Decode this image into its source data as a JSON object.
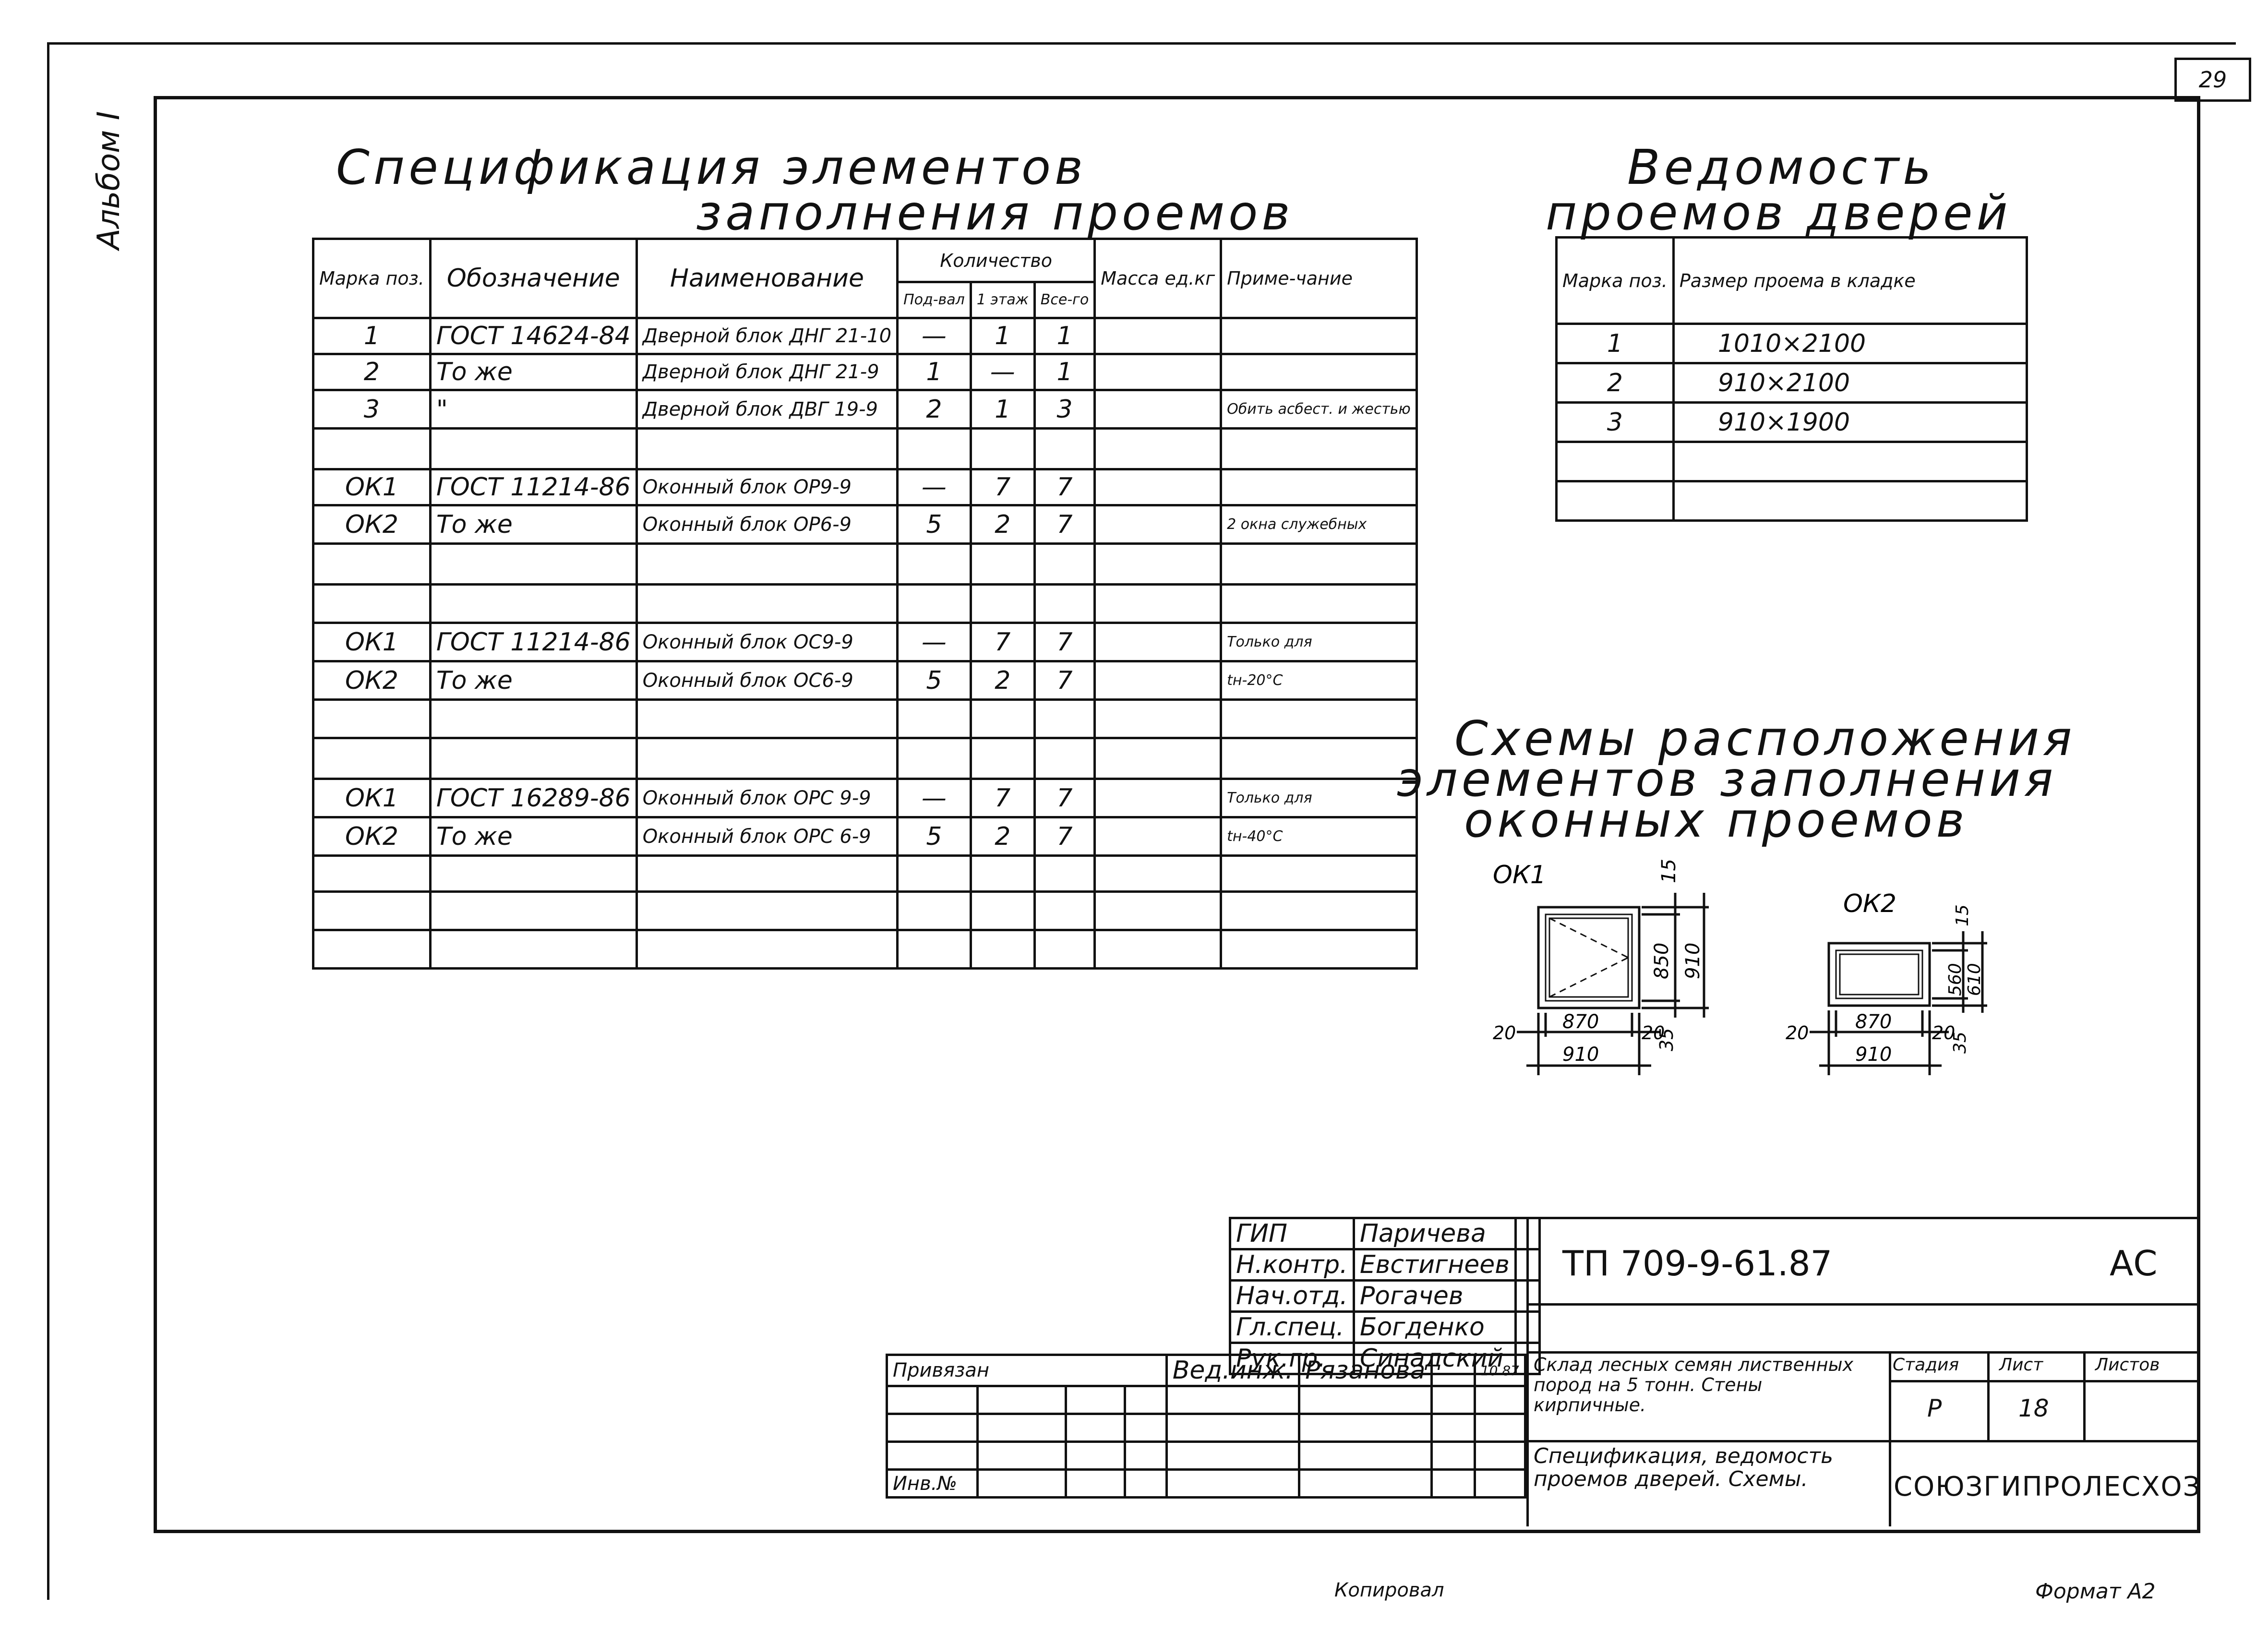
{
  "sheet_number": "29",
  "album_label": "Альбом I",
  "spec_title": {
    "line1": "Спецификация элементов",
    "line2": "заполнения проемов"
  },
  "spec_table": {
    "headers": {
      "mark": "Марка поз.",
      "designation": "Обозначение",
      "name": "Наименование",
      "qty": "Количество",
      "qty_basement": "Под-вал",
      "qty_floor1": "1 этаж",
      "qty_total": "Все-го",
      "mass": "Масса ед.кг",
      "note": "Приме-чание"
    },
    "rows": [
      {
        "mark": "1",
        "designation": "ГОСТ 14624-84",
        "name": "Дверной блок ДНГ 21-10",
        "b": "—",
        "f": "1",
        "t": "1",
        "note": ""
      },
      {
        "mark": "2",
        "designation": "То же",
        "name": "Дверной блок ДНГ 21-9",
        "b": "1",
        "f": "—",
        "t": "1",
        "note": ""
      },
      {
        "mark": "3",
        "designation": "\"",
        "name": "Дверной блок ДВГ 19-9",
        "b": "2",
        "f": "1",
        "t": "3",
        "note": "Обить асбест. и жестью"
      },
      {
        "mark": "",
        "designation": "",
        "name": "",
        "b": "",
        "f": "",
        "t": "",
        "note": ""
      },
      {
        "mark": "ОК1",
        "designation": "ГОСТ 11214-86",
        "name": "Оконный блок ОР9-9",
        "b": "—",
        "f": "7",
        "t": "7",
        "note": ""
      },
      {
        "mark": "ОК2",
        "designation": "То же",
        "name": "Оконный блок ОР6-9",
        "b": "5",
        "f": "2",
        "t": "7",
        "note": "2 окна служебных"
      },
      {
        "mark": "",
        "designation": "",
        "name": "",
        "b": "",
        "f": "",
        "t": "",
        "note": ""
      },
      {
        "mark": "",
        "designation": "",
        "name": "",
        "b": "",
        "f": "",
        "t": "",
        "note": ""
      },
      {
        "mark": "ОК1",
        "designation": "ГОСТ 11214-86",
        "name": "Оконный блок ОС9-9",
        "b": "—",
        "f": "7",
        "t": "7",
        "note": "Только для"
      },
      {
        "mark": "ОК2",
        "designation": "То же",
        "name": "Оконный блок ОС6-9",
        "b": "5",
        "f": "2",
        "t": "7",
        "note": "tн-20°С"
      },
      {
        "mark": "",
        "designation": "",
        "name": "",
        "b": "",
        "f": "",
        "t": "",
        "note": ""
      },
      {
        "mark": "",
        "designation": "",
        "name": "",
        "b": "",
        "f": "",
        "t": "",
        "note": ""
      },
      {
        "mark": "ОК1",
        "designation": "ГОСТ 16289-86",
        "name": "Оконный блок ОРС 9-9",
        "b": "—",
        "f": "7",
        "t": "7",
        "note": "Только для"
      },
      {
        "mark": "ОК2",
        "designation": "То же",
        "name": "Оконный блок ОРС 6-9",
        "b": "5",
        "f": "2",
        "t": "7",
        "note": "tн-40°С"
      },
      {
        "mark": "",
        "designation": "",
        "name": "",
        "b": "",
        "f": "",
        "t": "",
        "note": ""
      },
      {
        "mark": "",
        "designation": "",
        "name": "",
        "b": "",
        "f": "",
        "t": "",
        "note": ""
      },
      {
        "mark": "",
        "designation": "",
        "name": "",
        "b": "",
        "f": "",
        "t": "",
        "note": ""
      }
    ]
  },
  "door_title": {
    "line1": "Ведомость",
    "line2": "проемов дверей"
  },
  "door_table": {
    "headers": {
      "mark": "Марка поз.",
      "size": "Размер проема в кладке"
    },
    "rows": [
      {
        "mark": "1",
        "size": "1010×2100"
      },
      {
        "mark": "2",
        "size": "910×2100"
      },
      {
        "mark": "3",
        "size": "910×1900"
      },
      {
        "mark": "",
        "size": ""
      },
      {
        "mark": "",
        "size": ""
      }
    ]
  },
  "scheme_title": {
    "line1": "Схемы расположения",
    "line2": "элементов заполнения",
    "line3": "оконных проемов"
  },
  "ok1": {
    "label": "ОК1",
    "d15": "15",
    "d850": "850",
    "d910v": "910",
    "d20l": "20",
    "d870": "870",
    "d20r": "20",
    "d35": "35",
    "d910h": "910"
  },
  "ok2": {
    "label": "ОК2",
    "d15": "15",
    "d560": "560",
    "d610": "610",
    "d20l": "20",
    "d870": "870",
    "d20r": "20",
    "d35": "35",
    "d910h": "910"
  },
  "stamp": {
    "roles": [
      {
        "role": "ГИП",
        "person": "Паричева"
      },
      {
        "role": "Н.контр.",
        "person": "Евстигнеев"
      },
      {
        "role": "Нач.отд.",
        "person": "Рогачев"
      },
      {
        "role": "Гл.спец.",
        "person": "Богденко"
      },
      {
        "role": "Рук.гр.",
        "person": "Синадский"
      },
      {
        "role": "Вед.инж.",
        "person": "Рязанова"
      }
    ],
    "date_fragment": "10.87",
    "privyazan": "Привязан",
    "inv_no": "Инв.№",
    "doc_code": "ТП 709-9-61.87",
    "doc_suffix": "АС",
    "project_name": "Склад лесных семян лиственных пород на 5 тонн. Стены кирпичные.",
    "stage_label": "Стадия",
    "sheet_label": "Лист",
    "sheets_label": "Листов",
    "stage_value": "Р",
    "sheet_value": "18",
    "sheet_title": "Спецификация, ведомость проемов дверей. Схемы.",
    "organization": "СОЮЗГИПРОЛЕСХОЗ"
  },
  "copied_by": "Копировал",
  "format": "Формат А2"
}
